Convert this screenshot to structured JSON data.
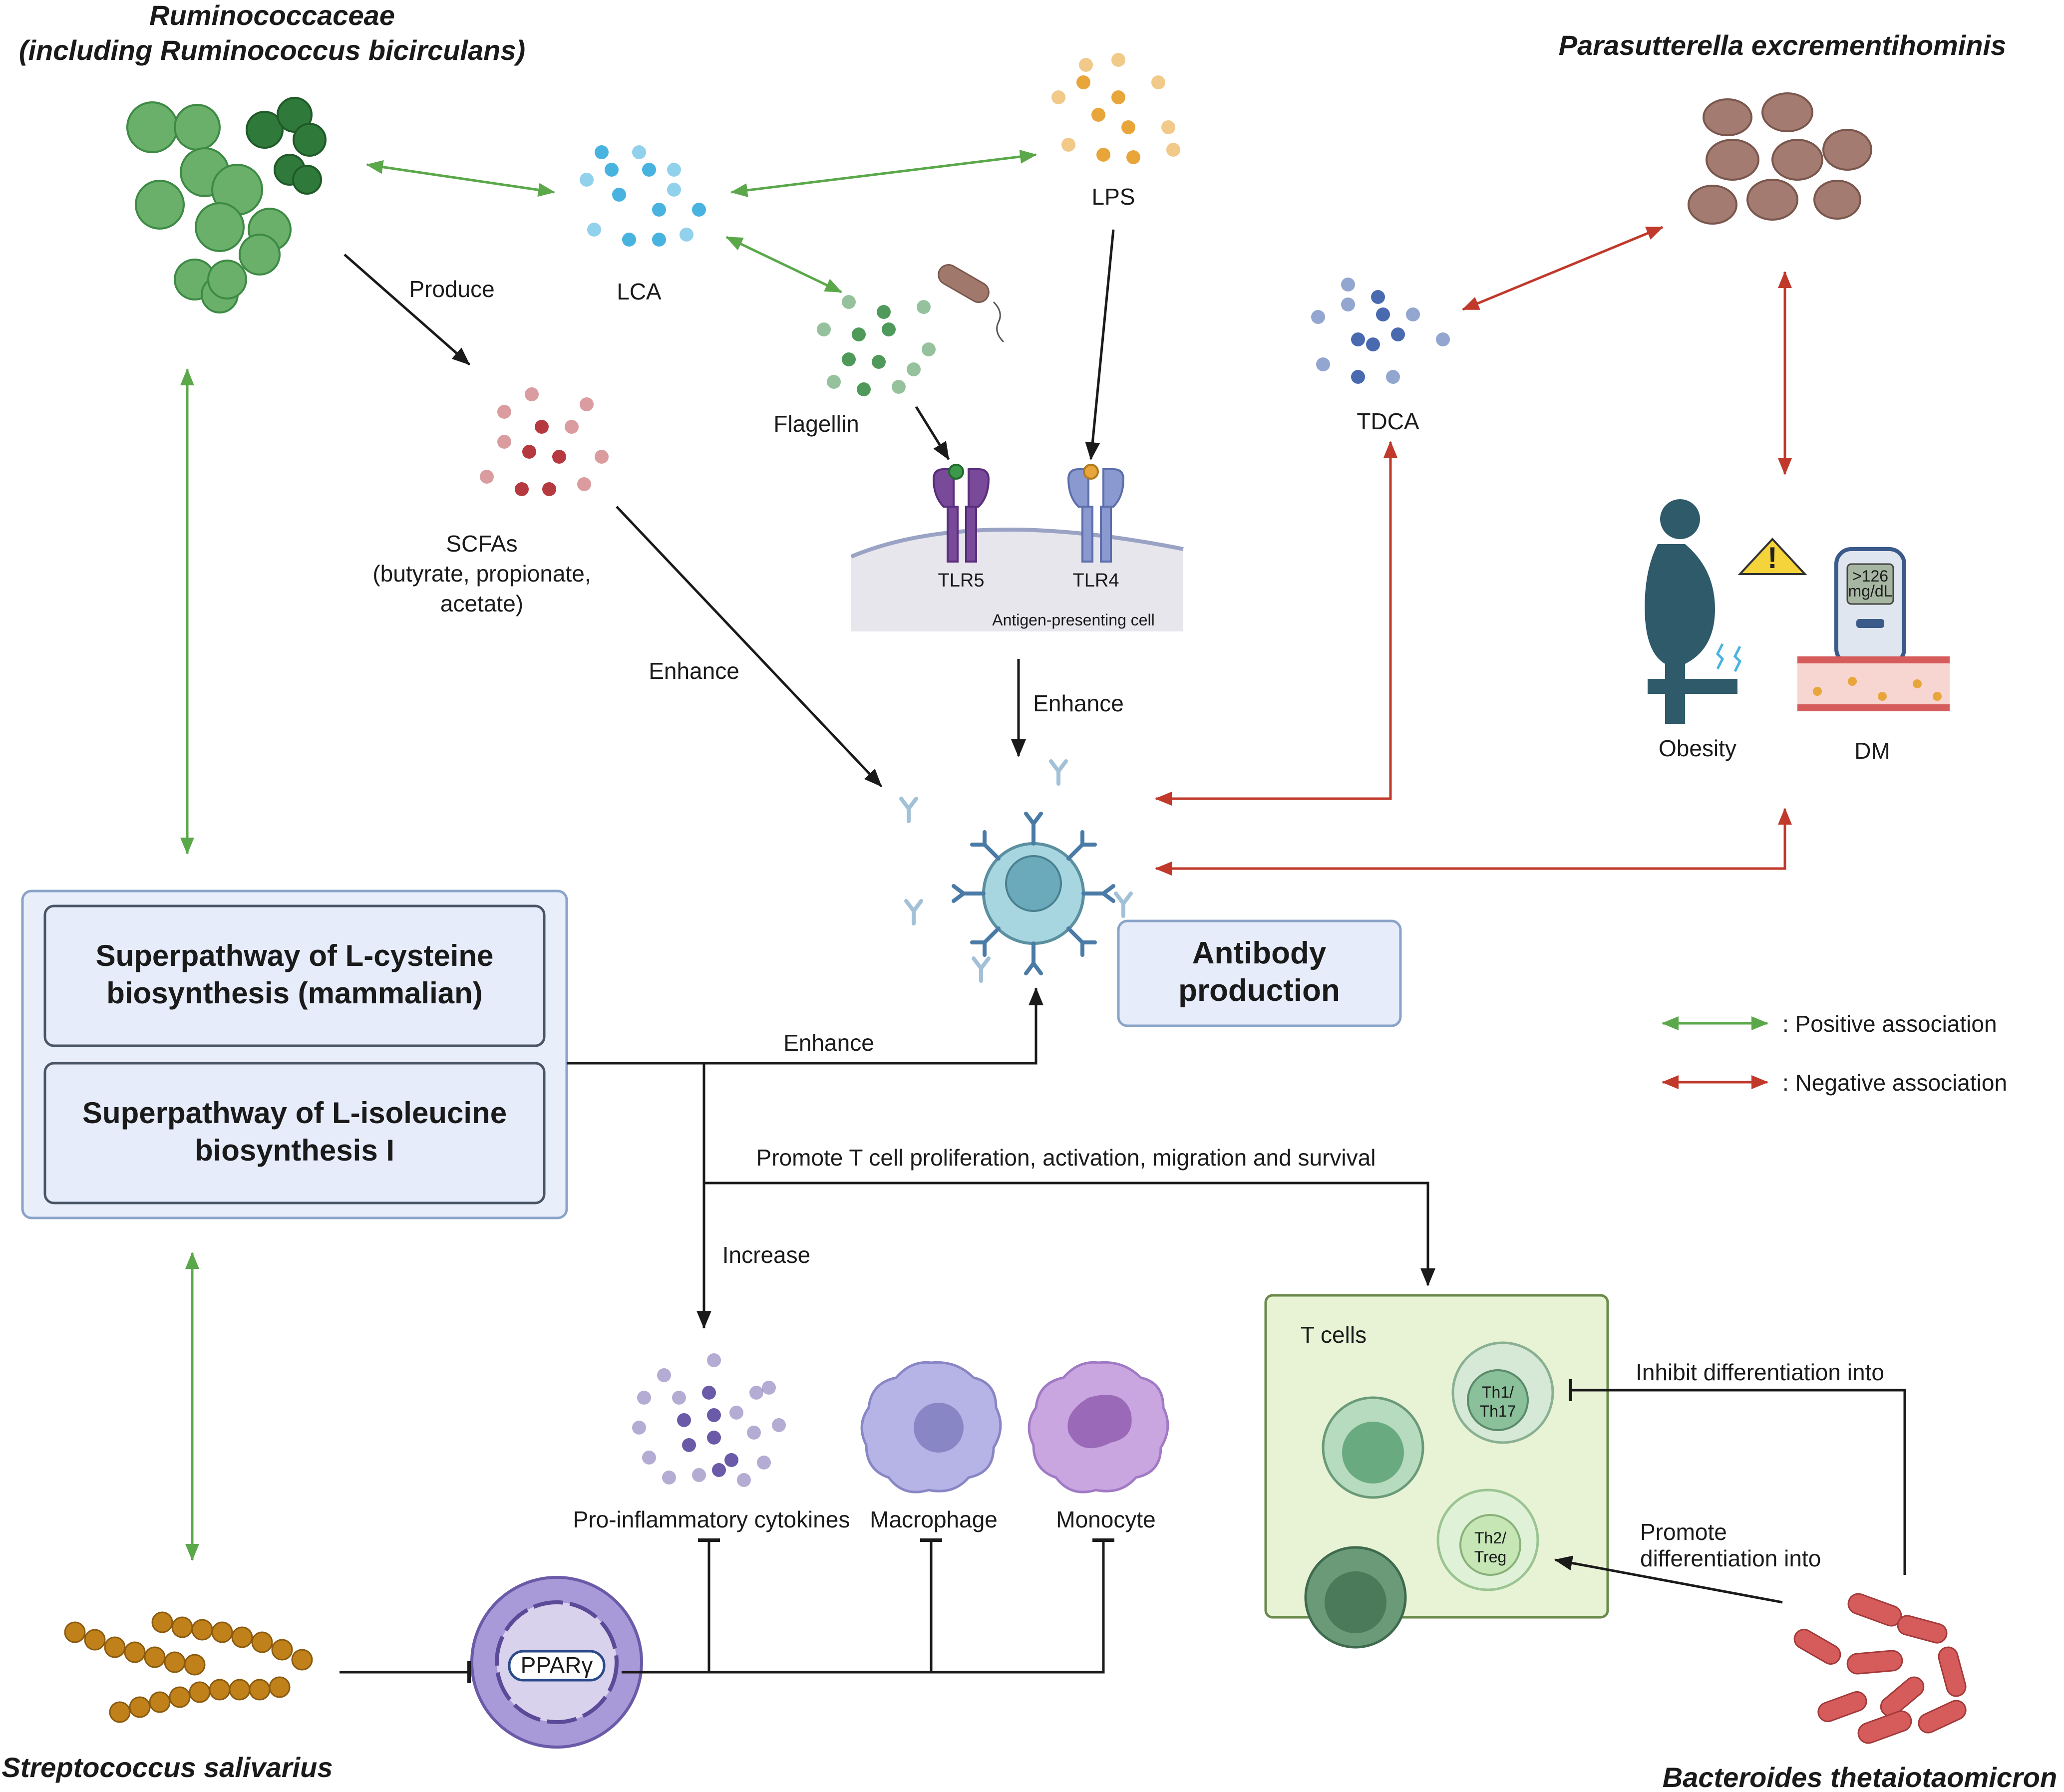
{
  "organisms": {
    "ruminococcaceae_line1": "Ruminococcaceae",
    "ruminococcaceae_line2": "(including Ruminococcus bicirculans)",
    "parasutterella": "Parasutterella excrementihominis",
    "streptococcus": "Streptococcus salivarius",
    "bacteroides": "Bacteroides thetaiotaomicron"
  },
  "metabolites": {
    "lca": "LCA",
    "lps": "LPS",
    "flagellin": "Flagellin",
    "tdca": "TDCA",
    "scfas_line1": "SCFAs",
    "scfas_line2": "(butyrate, propionate,",
    "scfas_line3": "acetate)"
  },
  "receptors": {
    "tlr5": "TLR5",
    "tlr4": "TLR4",
    "apc": "Antigen-presenting cell"
  },
  "conditions": {
    "obesity": "Obesity",
    "dm": "DM",
    "glucose_line1": ">126",
    "glucose_line2": "mg/dL"
  },
  "edges": {
    "produce": "Produce",
    "enhance_scfa": "Enhance",
    "enhance_tlr": "Enhance",
    "enhance_pathway": "Enhance",
    "promote_t": "Promote T cell proliferation, activation, migration and survival",
    "increase": "Increase",
    "inhibit_diff": "Inhibit differentiation into",
    "promote_diff_line1": "Promote",
    "promote_diff_line2": "differentiation into"
  },
  "pathways": {
    "cysteine_line1": "Superpathway of L-cysteine",
    "cysteine_line2": "biosynthesis (mammalian)",
    "isoleucine_line1": "Superpathway of L-isoleucine",
    "isoleucine_line2": "biosynthesis I"
  },
  "antibody": {
    "line1": "Antibody",
    "line2": "production"
  },
  "immune": {
    "cytokines": "Pro-inflammatory cytokines",
    "macrophage": "Macrophage",
    "monocyte": "Monocyte",
    "ppar": "PPARγ"
  },
  "tcells": {
    "title": "T cells",
    "th1_line1": "Th1/",
    "th1_line2": "Th17",
    "th2_line1": "Th2/",
    "th2_line2": "Treg"
  },
  "legend": {
    "positive": ": Positive association",
    "negative": ": Negative association"
  },
  "colors": {
    "positive": "#5aa84a",
    "negative": "#c0392b",
    "black_arrow": "#1a1a1a",
    "box_fill": "#e6ecfa",
    "box_stroke": "#4a5566",
    "tcell_fill": "#e8f3d6",
    "tcell_stroke": "#6a8a4a"
  }
}
